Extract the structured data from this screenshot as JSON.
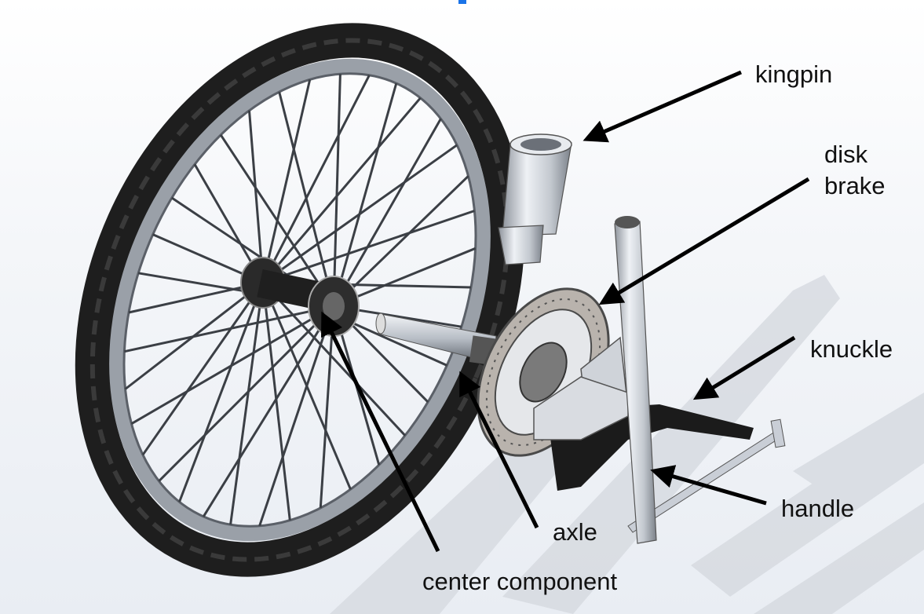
{
  "labels": {
    "kingpin": "kingpin",
    "disk": "disk",
    "brake": "brake",
    "knuckle": "knuckle",
    "handle": "handle",
    "axle": "axle",
    "center_component": "center component"
  },
  "colors": {
    "tire": "#1e1e1e",
    "rim": "#9aa0a8",
    "metal": "#c9ced6",
    "shadow": "#d3d7dd",
    "dark_plate": "#1b1b1b",
    "arrow": "#000000",
    "top_mark": "#1a73e8"
  }
}
